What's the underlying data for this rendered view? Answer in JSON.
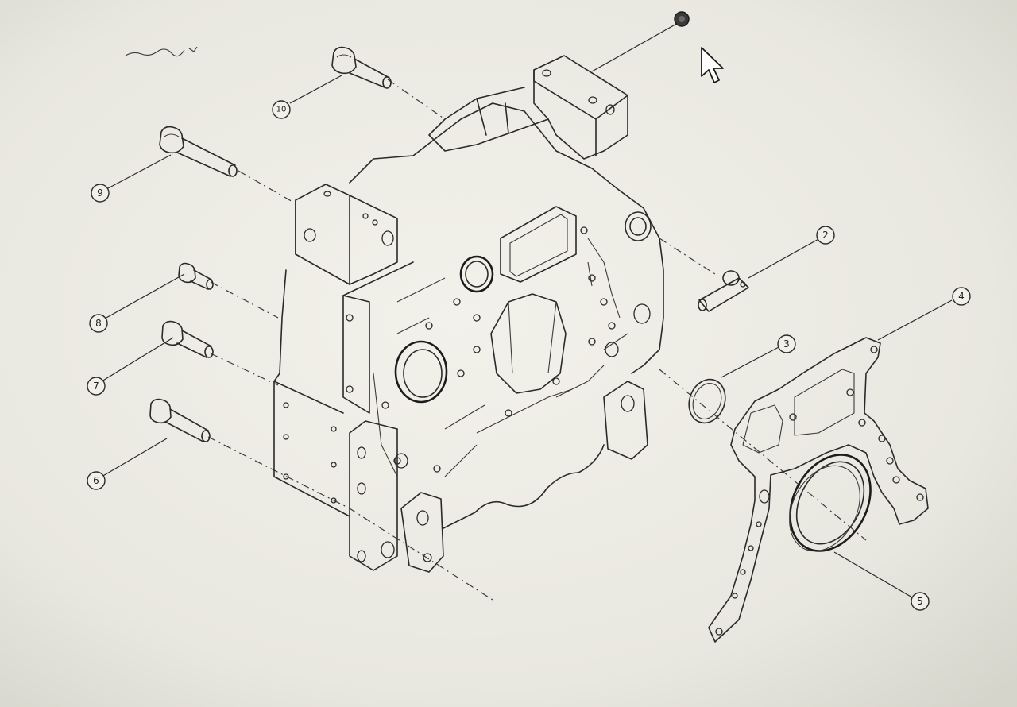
{
  "colors": {
    "paper": "#eeede6",
    "paper_shadow": "#d9d8cf",
    "line": "#2a2a2a"
  },
  "icons": {
    "cursor": "mouse-pointer-arrow"
  },
  "callouts": [
    {
      "id": "2",
      "label": "2"
    },
    {
      "id": "3",
      "label": "3"
    },
    {
      "id": "4",
      "label": "4"
    },
    {
      "id": "5",
      "label": "5"
    },
    {
      "id": "6",
      "label": "6"
    },
    {
      "id": "7",
      "label": "7"
    },
    {
      "id": "8",
      "label": "8"
    },
    {
      "id": "9",
      "label": "9"
    },
    {
      "id": "10",
      "label": "10"
    }
  ]
}
